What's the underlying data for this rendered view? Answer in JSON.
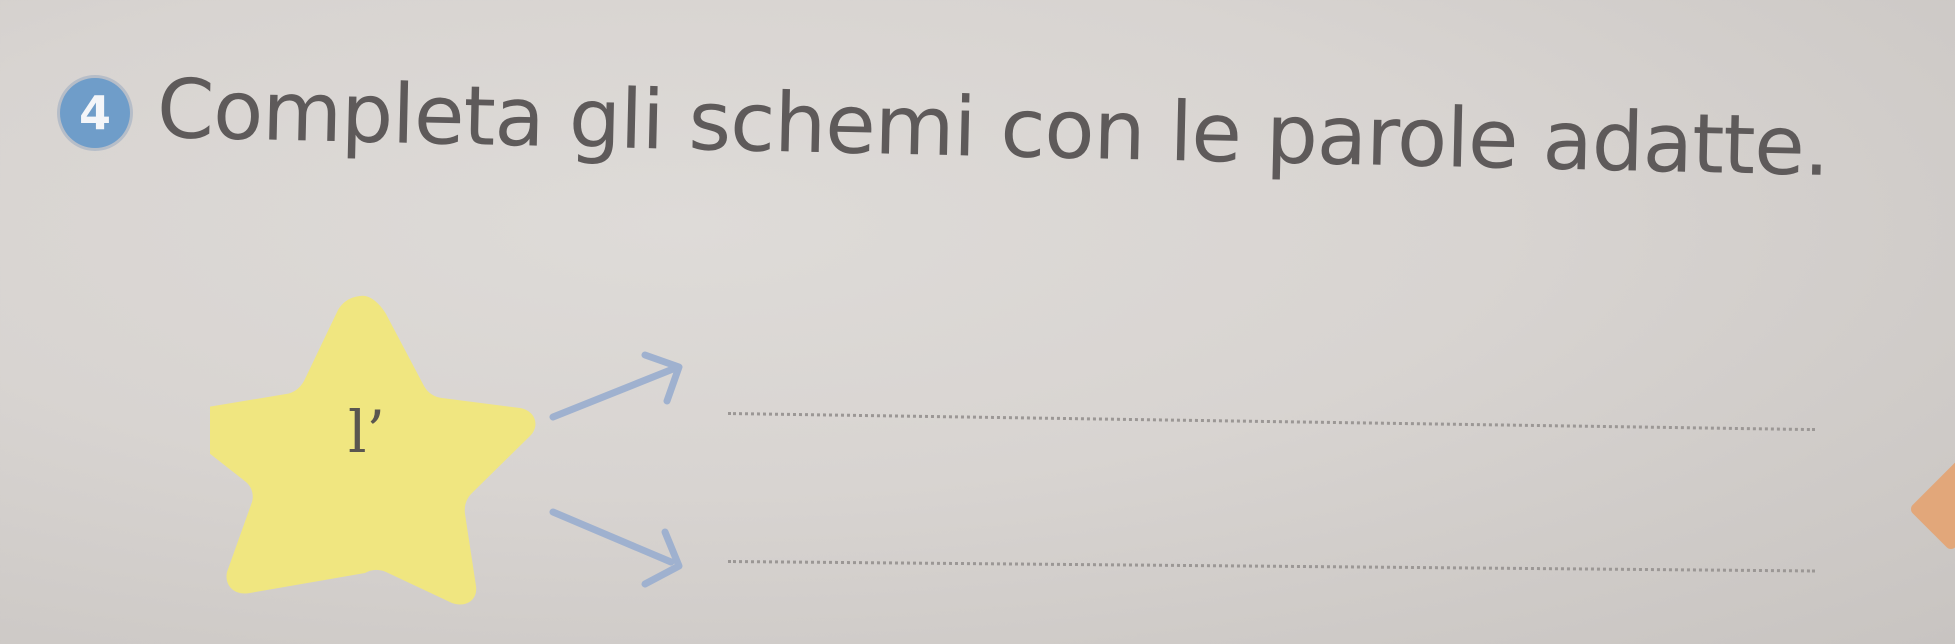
{
  "exercise": {
    "number": "4",
    "instruction": "Completa gli schemi con le parole adatte."
  },
  "schema": {
    "star_word": "l’",
    "answer_blanks": [
      "",
      ""
    ]
  },
  "colors": {
    "badge": "#6f9dc9",
    "star": "#f0e680",
    "arrow": "#9fb1cf",
    "text": "#5e5a5a"
  },
  "icons": {
    "badge": "number-circle-icon",
    "star": "star-shape",
    "arrows": [
      "arrow-up-right-icon",
      "arrow-down-right-icon"
    ]
  }
}
